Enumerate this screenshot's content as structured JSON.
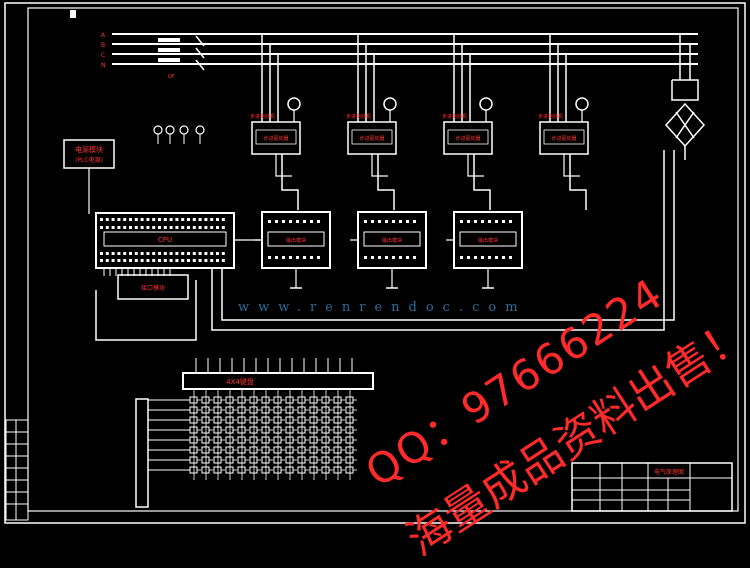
{
  "colors": {
    "background": "#000000",
    "wire": "#ffffff",
    "label": "#ff3333",
    "watermark": "#ff2a2a",
    "url_watermark": "#2f6c9a"
  },
  "diagram": {
    "bus_labels": [
      "A",
      "B",
      "C",
      "N"
    ],
    "breaker_label": "QF",
    "power_module_labels": [
      "电源模块",
      "(PLC电源)"
    ],
    "plc_label": "CPU",
    "keypad_label": "4X4键盘",
    "motor_heading": "步进电动机",
    "driver_module_label": "步进驱动器",
    "output_module_label": "输出模块",
    "interface_label": "接口模块"
  },
  "title_block": {
    "title": "电气原理图"
  },
  "watermark": {
    "qq": "QQ：97666224",
    "promo": "海量成品资料出售！",
    "url": "www.renrendoc.com"
  }
}
